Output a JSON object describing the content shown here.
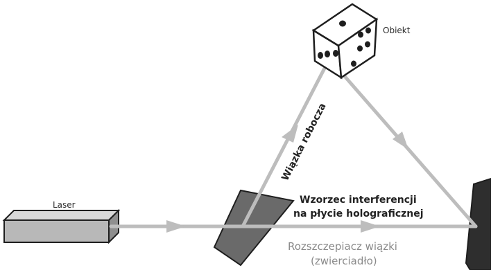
{
  "labels": {
    "laser": "Laser",
    "object": "Obiekt",
    "working_beam": "Wiązka robocza",
    "interference_line1": "Wzorzec interferencji",
    "interference_line2": "na płycie holograficznej",
    "splitter_line1": "Rozszczepiacz wiązki",
    "splitter_line2": "(zwierciadło)"
  },
  "colors": {
    "beam": "#bdbdbd",
    "laser_body": "#b8b8b8",
    "splitter": "#6a6a6a",
    "plate": "#2e2e2e",
    "outline": "#1e1e1e"
  },
  "icons": {
    "object": "die-icon",
    "source": "laser-icon",
    "splitter": "beam-splitter-icon",
    "plate": "holographic-plate-icon"
  }
}
